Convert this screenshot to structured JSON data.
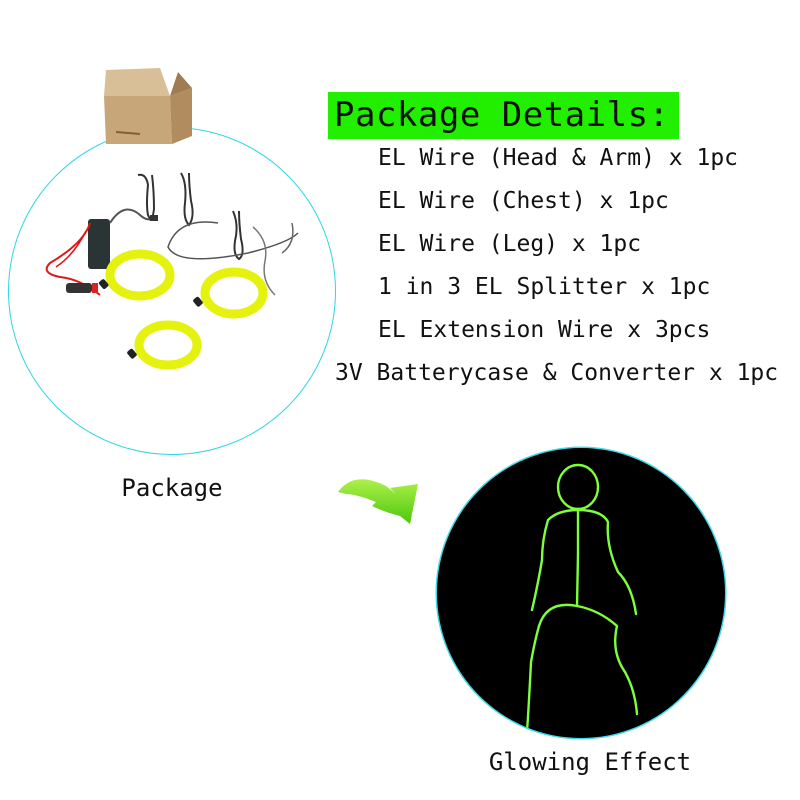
{
  "package": {
    "label": "Package",
    "circle_border_color": "#2fd6e6",
    "wire_color": "#e4f20e"
  },
  "details": {
    "title": "Package Details:",
    "title_bg": "#22ee00",
    "items": [
      "EL Wire (Head & Arm) x 1pc",
      "EL Wire (Chest) x 1pc",
      "EL Wire (Leg) x 1pc",
      "1 in 3 EL Splitter x 1pc",
      "EL Extension Wire x 3pcs",
      "3V Batterycase & Converter x 1pc"
    ]
  },
  "arrow": {
    "icon": "green-curved-arrow-icon",
    "color": "#66dd11"
  },
  "glow": {
    "label": "Glowing Effect",
    "bg": "#000000",
    "wire_color": "#7dff3a"
  }
}
